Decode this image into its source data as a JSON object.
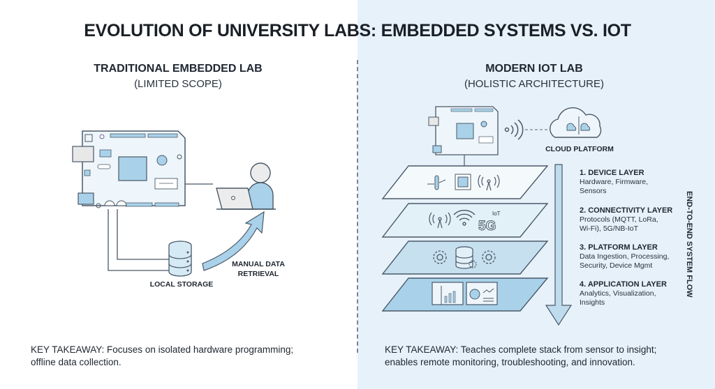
{
  "title": "EVOLUTION OF UNIVERSITY LABS: EMBEDDED SYSTEMS VS. IOT",
  "colors": {
    "accent_blue": "#a9d2ea",
    "light_blue": "#d6eaf6",
    "line": "#4a5866",
    "right_bg": "#e6f1fa"
  },
  "left_panel": {
    "heading": "TRADITIONAL EMBEDDED LAB",
    "subheading": "(LIMITED SCOPE)",
    "icons": [
      "microcontroller-board-icon",
      "user-laptop-icon",
      "database-icon",
      "curved-arrow-icon"
    ],
    "storage_label": "LOCAL STORAGE",
    "retrieval_label_line1": "MANUAL DATA",
    "retrieval_label_line2": "RETRIEVAL",
    "takeaway_line1": "KEY TAKEAWAY: Focuses on isolated hardware programming;",
    "takeaway_line2": "offline data collection."
  },
  "right_panel": {
    "heading": "MODERN IOT LAB",
    "subheading": "(HOLISTIC ARCHITECTURE)",
    "cloud_label": "CLOUD PLATFORM",
    "badge_5g": "5G",
    "badge_iot": "IoT",
    "layers": [
      {
        "title": "1. DEVICE LAYER",
        "line1": "Hardware, Firmware,",
        "line2": "Sensors"
      },
      {
        "title": "2. CONNECTIVITY LAYER",
        "line1": "Protocols (MQTT, LoRa,",
        "line2": "Wi-Fi), 5G/NB-IoT"
      },
      {
        "title": "3. PLATFORM LAYER",
        "line1": "Data Ingestion, Processing,",
        "line2": "Security, Device Mgmt"
      },
      {
        "title": "4. APPLICATION LAYER",
        "line1": "Analytics, Visualization,",
        "line2": "Insights"
      }
    ],
    "flow_label": "END-TO-END SYSTEM FLOW",
    "takeaway_line1": "KEY TAKEAWAY: Teaches complete stack from sensor to insight;",
    "takeaway_line2": "enables remote monitoring, troubleshooting, and innovation."
  }
}
